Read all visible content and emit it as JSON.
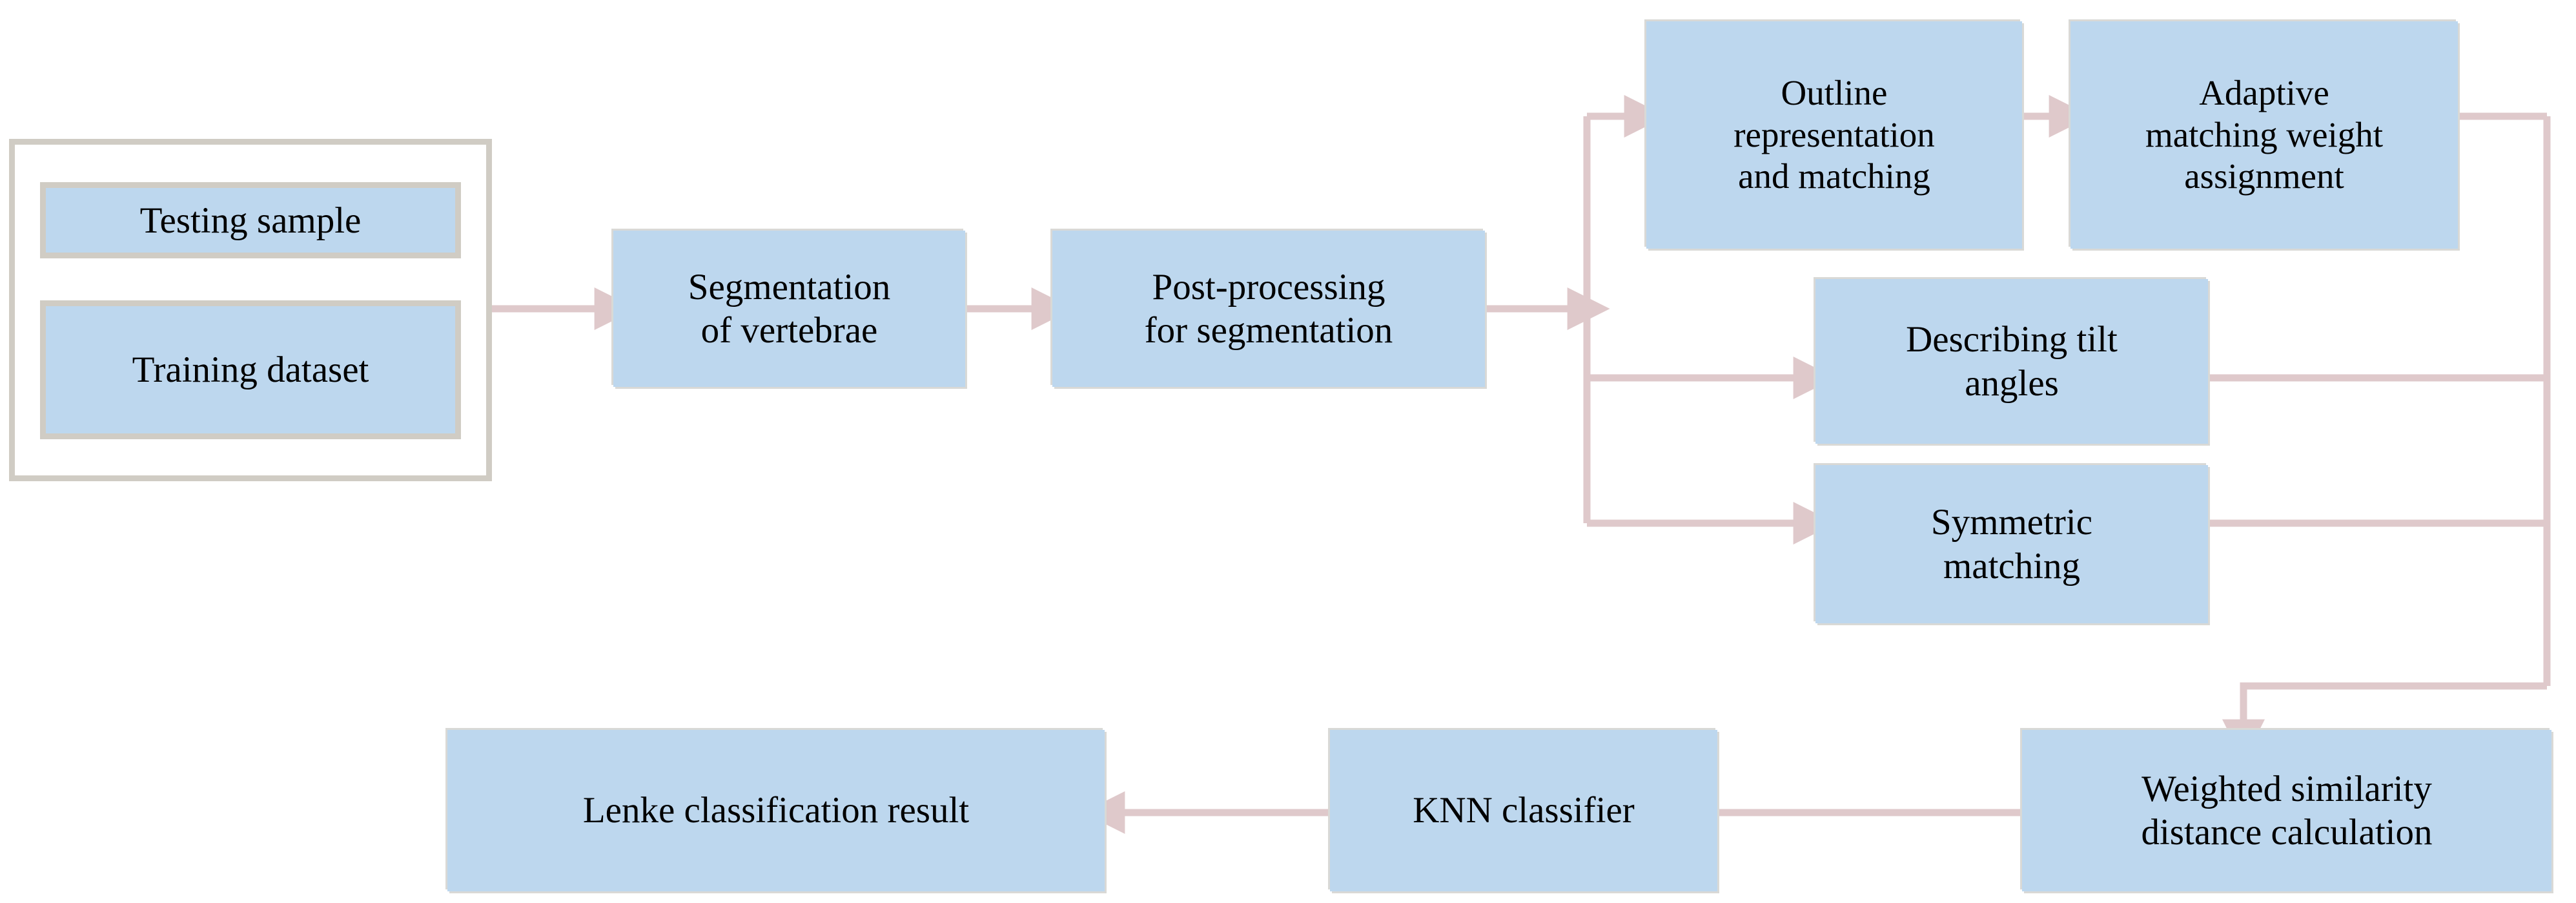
{
  "diagram": {
    "title": "Lenke classification pipeline flowchart",
    "type": "flowchart",
    "colors": {
      "node_fill": "#bdd7ee",
      "node_bevel": "#d9d9d6",
      "group_border": "#d0ccc4",
      "connector": "#dfc9cb",
      "text": "#000000",
      "background": "#ffffff"
    }
  },
  "group": {
    "name": "input-data-group",
    "sources": [
      {
        "id": "testing-sample",
        "label": "Testing sample"
      },
      {
        "id": "training-dataset",
        "label": "Training dataset"
      }
    ]
  },
  "nodes": [
    {
      "id": "segmentation",
      "lines": [
        "Segmentation",
        "of vertebrae"
      ]
    },
    {
      "id": "post-processing",
      "lines": [
        "Post-processing",
        "for segmentation"
      ]
    },
    {
      "id": "outline-matching",
      "lines": [
        "Outline",
        "representation",
        "and matching"
      ]
    },
    {
      "id": "weight-assignment",
      "lines": [
        "Adaptive",
        "matching weight",
        "assignment"
      ]
    },
    {
      "id": "tilt-angles",
      "lines": [
        "Describing tilt",
        "angles"
      ]
    },
    {
      "id": "symmetric-matching",
      "lines": [
        "Symmetric",
        "matching"
      ]
    },
    {
      "id": "weighted-distance",
      "lines": [
        "Weighted similarity",
        "distance calculation"
      ]
    },
    {
      "id": "knn-classifier",
      "lines": [
        "KNN classifier"
      ]
    },
    {
      "id": "lenke-result",
      "lines": [
        "Lenke classification result"
      ]
    }
  ],
  "edges": [
    {
      "from": "input-data-group",
      "to": "segmentation"
    },
    {
      "from": "segmentation",
      "to": "post-processing"
    },
    {
      "from": "post-processing",
      "to": "branch-bus"
    },
    {
      "from": "branch-bus",
      "to": "outline-matching"
    },
    {
      "from": "branch-bus",
      "to": "tilt-angles"
    },
    {
      "from": "branch-bus",
      "to": "symmetric-matching"
    },
    {
      "from": "outline-matching",
      "to": "weight-assignment"
    },
    {
      "from": "weight-assignment",
      "to": "merge-bus"
    },
    {
      "from": "tilt-angles",
      "to": "merge-bus"
    },
    {
      "from": "symmetric-matching",
      "to": "merge-bus"
    },
    {
      "from": "merge-bus",
      "to": "weighted-distance"
    },
    {
      "from": "weighted-distance",
      "to": "knn-classifier"
    },
    {
      "from": "knn-classifier",
      "to": "lenke-result"
    }
  ]
}
